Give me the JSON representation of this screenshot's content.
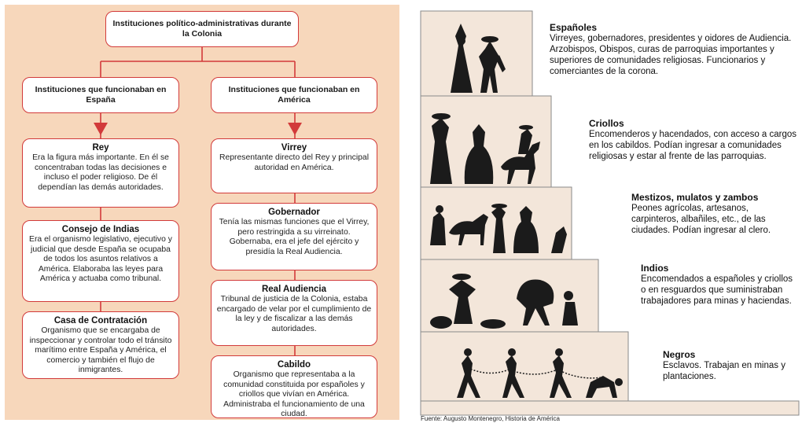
{
  "left_diagram": {
    "title": "Instituciones político-administrativas durante la Colonia",
    "branches": [
      {
        "header": "Instituciones que funcionaban en España",
        "items": [
          {
            "title": "Rey",
            "text": "Era la figura más importante. En él se concentraban todas las decisiones e incluso el poder religioso. De él dependían las demás autoridades."
          },
          {
            "title": "Consejo de Indias",
            "text": "Era el organismo legislativo, ejecutivo y judicial que desde España se ocupaba de todos los asuntos relativos a América. Elaboraba las leyes para América y actuaba como tribunal."
          },
          {
            "title": "Casa de Contratación",
            "text": "Organismo que se encargaba de inspeccionar y controlar todo el tránsito marítimo entre España y América, el comercio y también el flujo de inmigrantes."
          }
        ]
      },
      {
        "header": "Instituciones que funcionaban en América",
        "items": [
          {
            "title": "Virrey",
            "text": "Representante directo del Rey y principal autoridad en América."
          },
          {
            "title": "Gobernador",
            "text": "Tenía las mismas funciones que el Virrey, pero restringida a su virreinato. Gobernaba, era el jefe del ejército y presidía la Real Audiencia."
          },
          {
            "title": "Real Audiencia",
            "text": "Tribunal de justicia de la Colonia, estaba encargado de velar por el cumplimiento de la ley y de fiscalizar a las demás autoridades."
          },
          {
            "title": "Cabildo",
            "text": "Organismo que representaba a la comunidad constituida por españoles y criollos que vivían en América. Administraba el funcionamiento de una ciudad."
          }
        ]
      }
    ]
  },
  "pyramid": {
    "levels": [
      {
        "title": "Españoles",
        "text": "Virreyes, gobernadores, presidentes y oidores de Audiencia. Arzobispos, Obispos, curas de parroquias importantes y superiores de comunidades religiosas. Funcionarios y comerciantes de la corona."
      },
      {
        "title": "Criollos",
        "text": "Encomenderos y hacendados, con acceso a cargos en los cabildos. Podían ingresar a comunidades religiosas y estar al frente de las parroquias."
      },
      {
        "title": "Mestizos, mulatos y zambos",
        "text": "Peones agrícolas, artesanos, carpinteros, albañiles, etc., de las ciudades. Podían ingresar al clero."
      },
      {
        "title": "Indios",
        "text": "Encomendados a españoles y criollos o en resguardos que suministraban trabajadores para minas y haciendas."
      },
      {
        "title": "Negros",
        "text": "Esclavos. Trabajan en minas y plantaciones."
      }
    ],
    "source": "Fuente: Augusto Montenegro, Historia de América",
    "colors": {
      "step": "#f3e6da",
      "silhouette": "#1b1b1b",
      "line": "#8a8a8a"
    }
  },
  "colors": {
    "left_bg": "#f7d7bb",
    "box_border": "#d23a3a"
  }
}
